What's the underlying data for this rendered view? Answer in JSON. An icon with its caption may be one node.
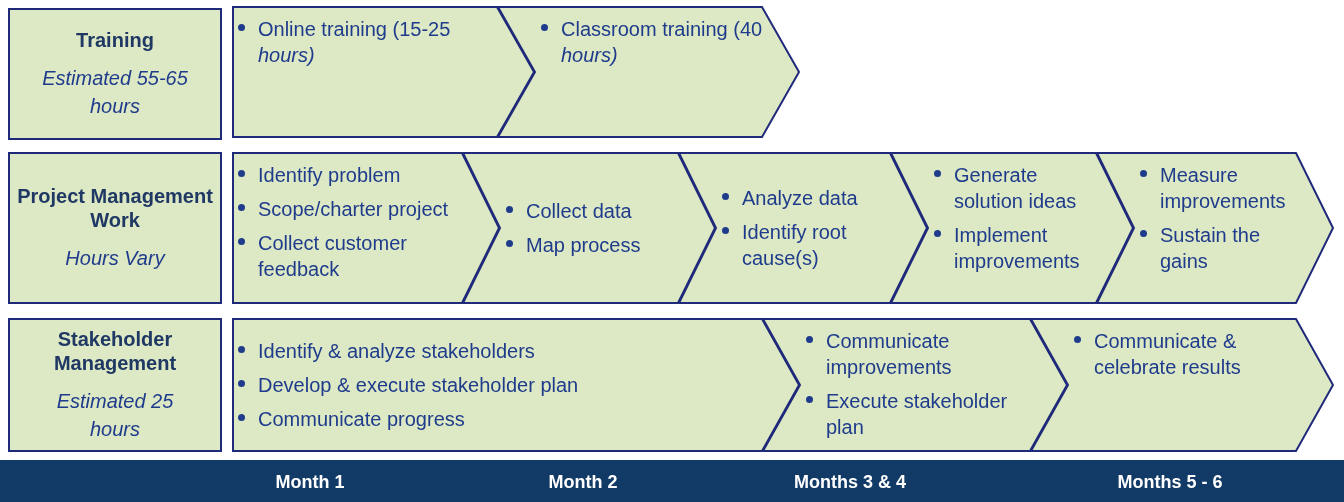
{
  "diagram": {
    "nodes": [
      {
        "text": [
          "Training",
          "Estimated 55-65 hours"
        ]
      },
      {
        "text": [
          "Online training (15-25 *hours)*"
        ]
      },
      {
        "text": [
          "Classroom training (40 *hours)*"
        ]
      },
      {
        "text": [
          "Project Management Work",
          "Hours Vary"
        ]
      },
      {
        "text": [
          "Identify problem",
          "Scope/charter project",
          "Collect customer feedback"
        ]
      },
      {
        "text": [
          "Collect data",
          "Map process"
        ]
      },
      {
        "text": [
          "Analyze data",
          "Identify root cause(s)"
        ]
      },
      {
        "text": [
          "Generate solution ideas",
          "Implement improvements"
        ]
      },
      {
        "text": [
          "Measure improvements",
          "Sustain the gains"
        ]
      },
      {
        "text": [
          "Stakeholder Management",
          "Estimated 25 hours"
        ]
      },
      {
        "text": [
          "Identify & analyze stakeholders",
          "Develop & execute stakeholder plan",
          "Communicate progress"
        ]
      },
      {
        "text": [
          "Communicate improvements",
          "Execute stakeholder plan"
        ]
      },
      {
        "text": [
          "Communicate & celebrate results"
        ]
      }
    ],
    "edges": [],
    "labels": [
      "Month 1",
      "Month 2",
      "Months 3 & 4",
      "Months 5 - 6"
    ]
  }
}
